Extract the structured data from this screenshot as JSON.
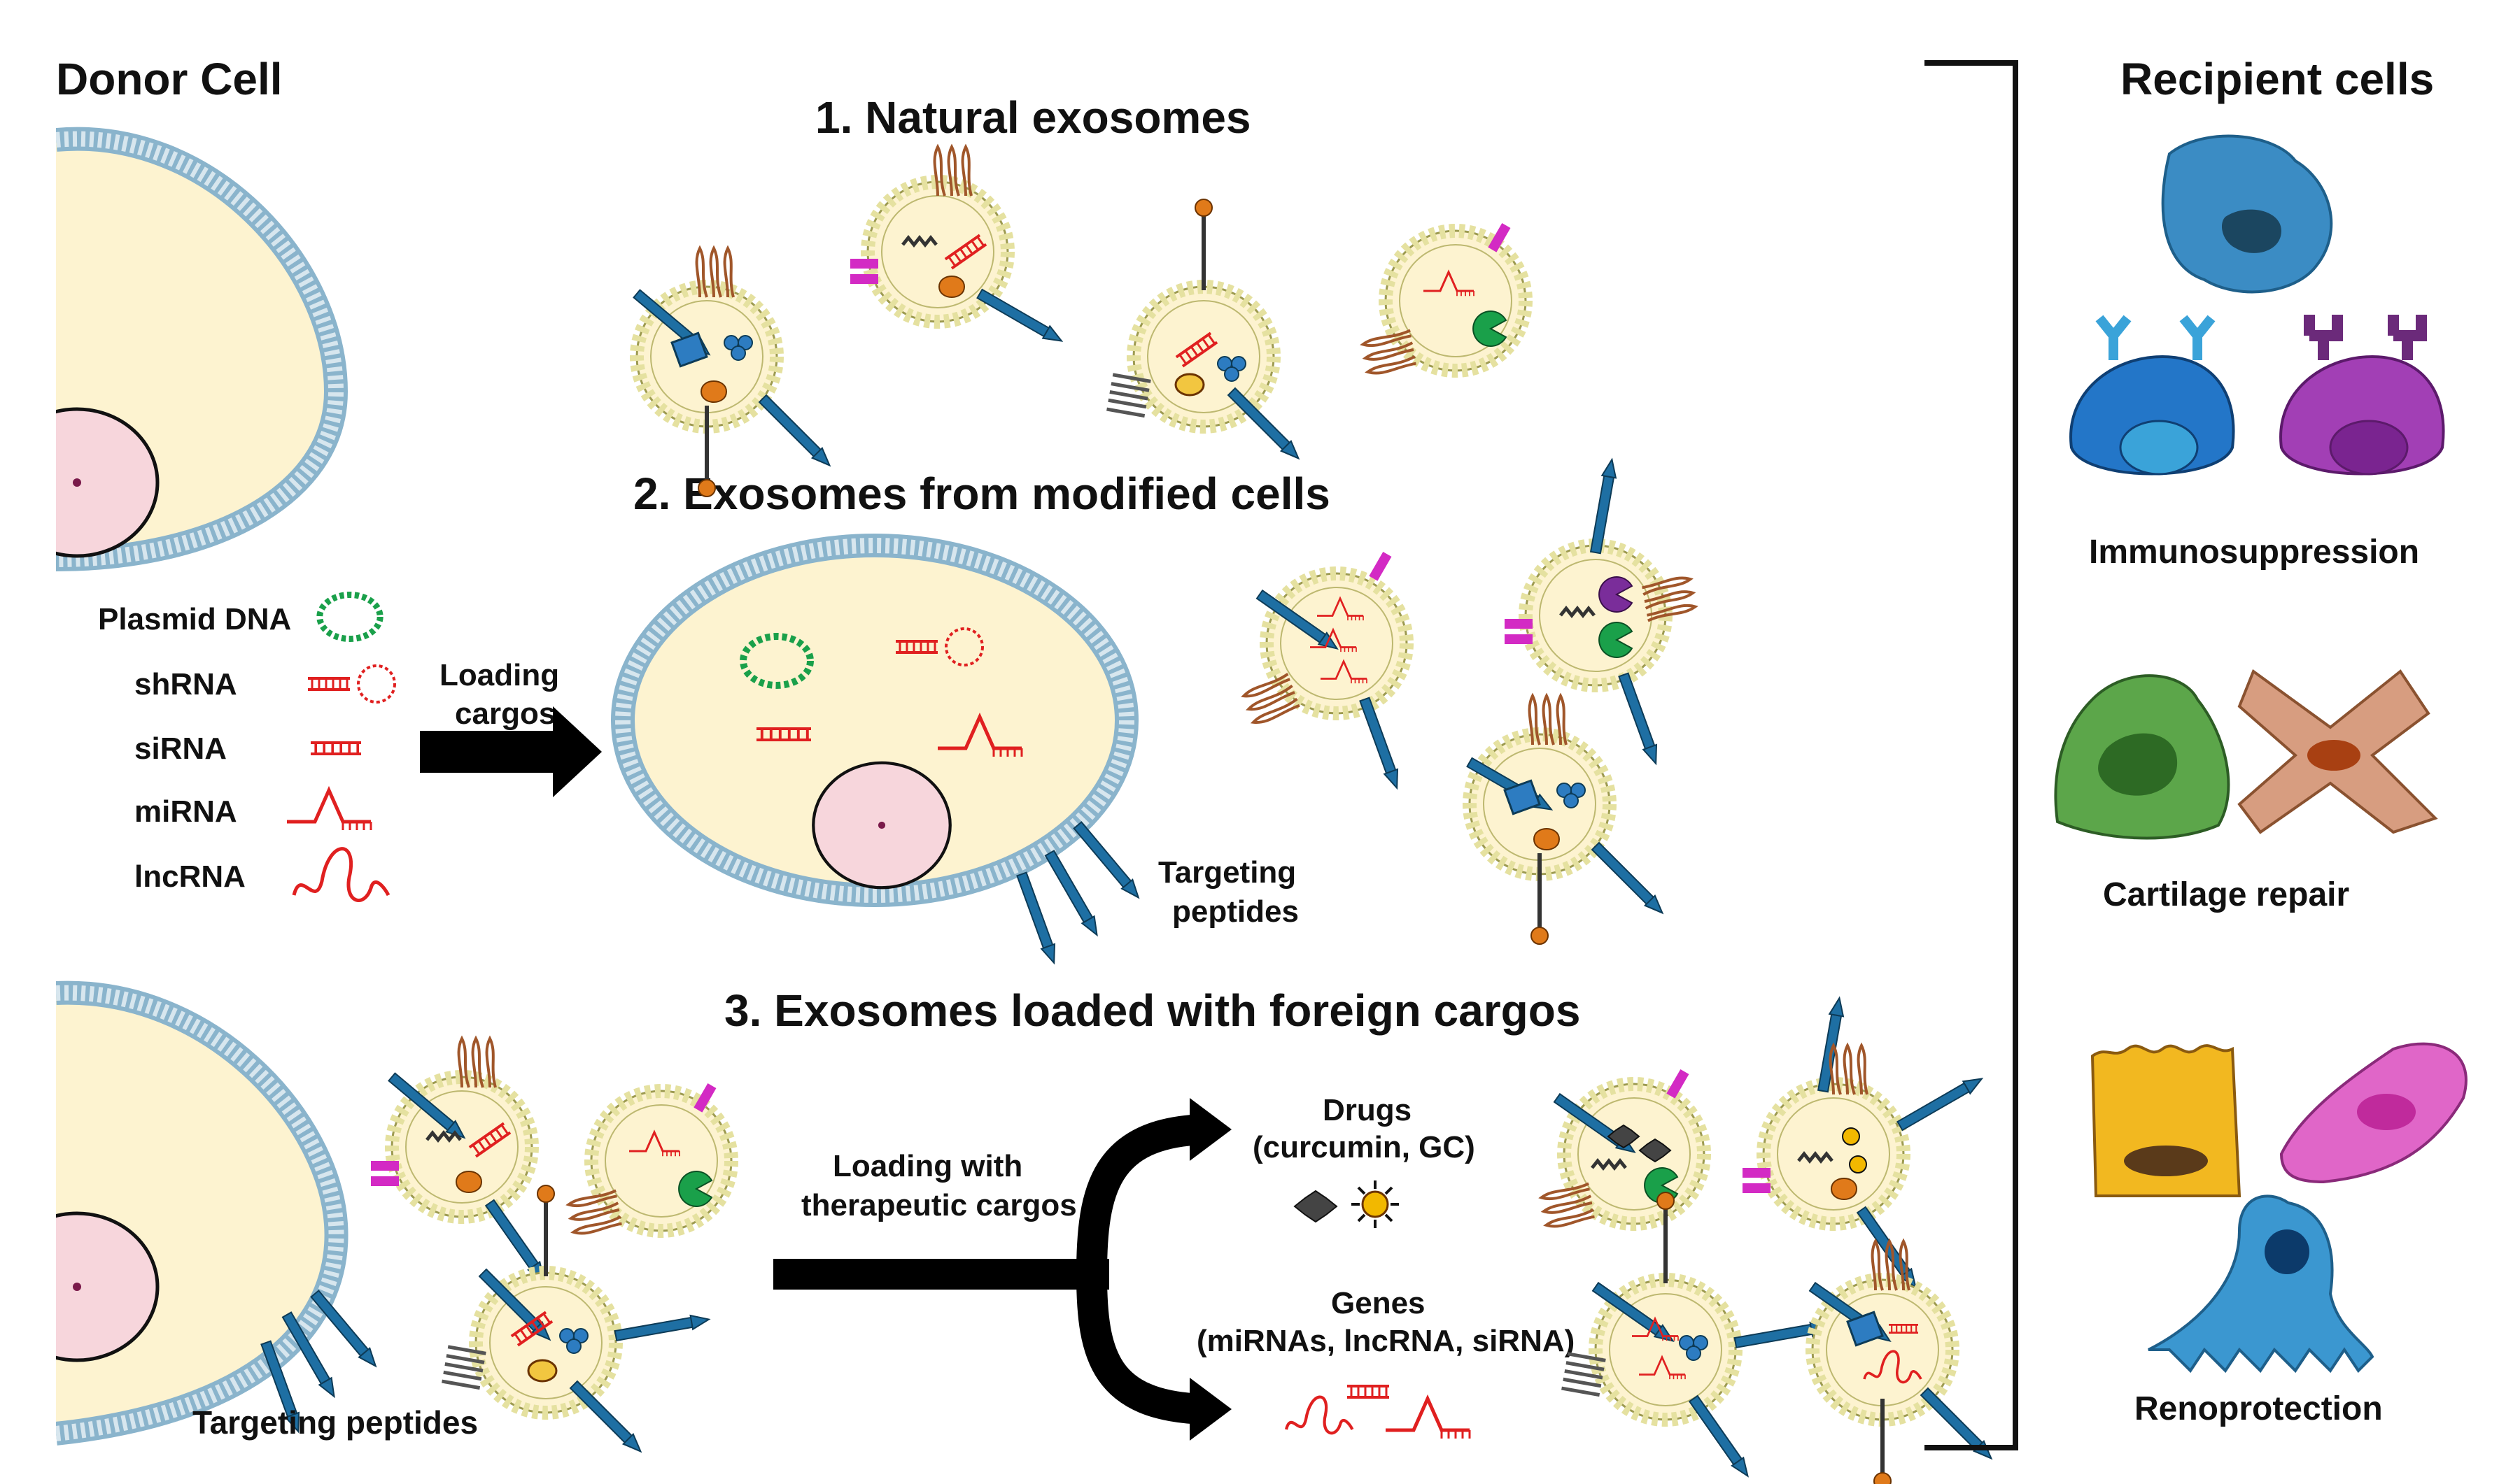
{
  "donor_cell": {
    "title": "Donor Cell"
  },
  "recipient": {
    "title": "Recipient cells",
    "groups": [
      {
        "label": "Immunosuppression"
      },
      {
        "label": "Cartilage repair"
      },
      {
        "label": "Renoprotection"
      }
    ]
  },
  "sections": [
    {
      "title": "1. Natural exosomes"
    },
    {
      "title": "2. Exosomes from modified cells"
    },
    {
      "title": "3. Exosomes loaded with foreign cargos"
    }
  ],
  "cargo_legend": [
    {
      "label": "Plasmid DNA",
      "icon": "plasmid-icon"
    },
    {
      "label": "shRNA",
      "icon": "shrna-icon"
    },
    {
      "label": "siRNA",
      "icon": "sirna-icon"
    },
    {
      "label": "miRNA",
      "icon": "mirna-icon"
    },
    {
      "label": "lncRNA",
      "icon": "lncrna-icon"
    }
  ],
  "arrows": {
    "loading_cargos": [
      "Loading",
      "cargos"
    ],
    "loading_therapeutic": [
      "Loading with",
      "therapeutic cargos"
    ]
  },
  "targeting_peptides_mid": [
    "Targeting",
    "peptides"
  ],
  "targeting_peptides_bottom": "Targeting peptides",
  "drugs": {
    "title": "Drugs",
    "detail": "(curcumin, GC)"
  },
  "genes": {
    "title": "Genes",
    "detail": "(miRNAs, lncRNA, siRNA)"
  },
  "colors": {
    "cytoplasm": "#fdf3d0",
    "membrane_bead": "#e5e1a0",
    "membrane_outer": "#8ab4cc",
    "rna": "#e02020",
    "plasmid": "#1aa04a",
    "peptide": "#1e6fa3",
    "arrow": "#000000"
  }
}
